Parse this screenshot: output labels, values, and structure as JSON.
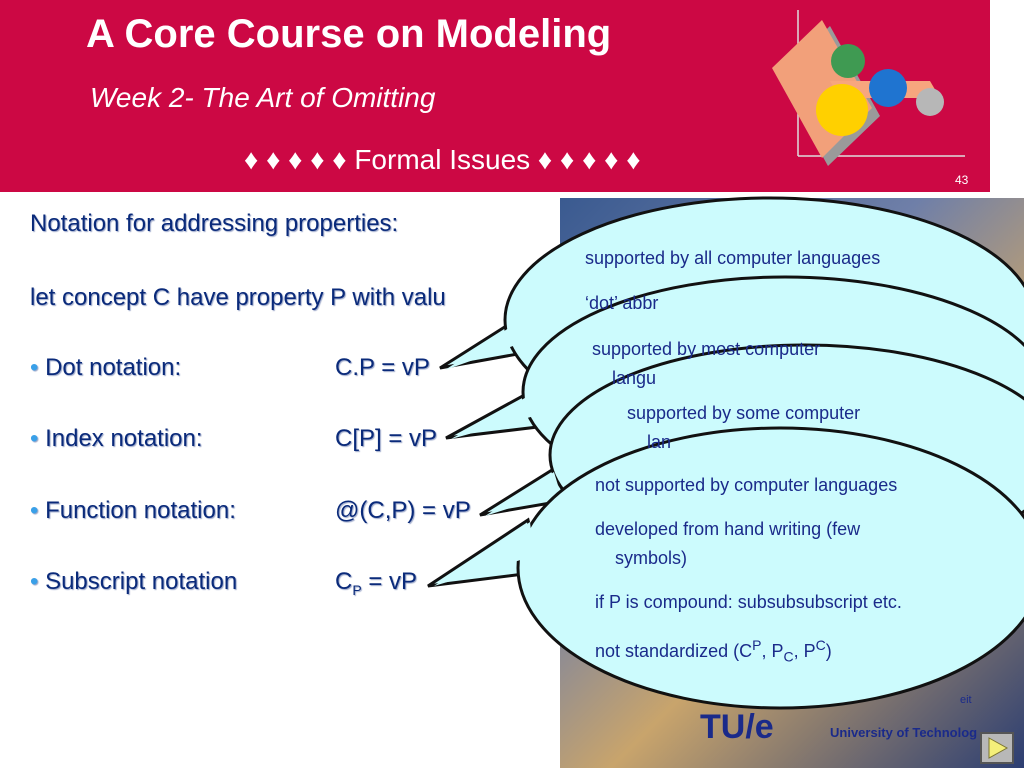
{
  "header": {
    "title": "A Core Course on Modeling",
    "subtitle": "Week 2- The Art of Omitting",
    "section": "♦ ♦ ♦ ♦ ♦ Formal Issues ♦ ♦ ♦ ♦ ♦",
    "page_number": "43",
    "color": "#cc0844"
  },
  "body": {
    "heading": "Notation for addressing properties:",
    "intro": "let concept C have property P with valu",
    "items": [
      {
        "label": "Dot notation:",
        "formula": "C.P = vP"
      },
      {
        "label": "Index notation:",
        "formula": "C[P] = vP"
      },
      {
        "label": "Function notation:",
        "formula": "@(C,P) = vP"
      },
      {
        "label": "Subscript notation",
        "formula_base": "C",
        "formula_sub": "P",
        "formula_rest": " = vP"
      }
    ]
  },
  "bubbles": {
    "dot": {
      "line1": "supported by all computer languages",
      "line2": "‘dot’ abbr"
    },
    "index": {
      "line1": "supported by most computer",
      "line2": "langu"
    },
    "function": {
      "line1": "supported by some computer",
      "line2": "lan"
    },
    "subscript": {
      "line1": "not supported by computer languages",
      "line2a": "developed from hand writing (few",
      "line2b": "symbols)",
      "line3": "if P is compound: subsubsubscript etc.",
      "line4": {
        "prefix": "not standardized (C",
        "sup1": "P",
        "mid1": ", P",
        "sub1": "C",
        "mid2": ", P",
        "sup2": "C",
        "suffix": ")"
      },
      "fill": "#ccfbfd"
    }
  },
  "footer": {
    "logo": "TU/e",
    "university": "University of Technolog",
    "eit": "eit"
  },
  "icons": {
    "next": "play-triangle-icon"
  }
}
